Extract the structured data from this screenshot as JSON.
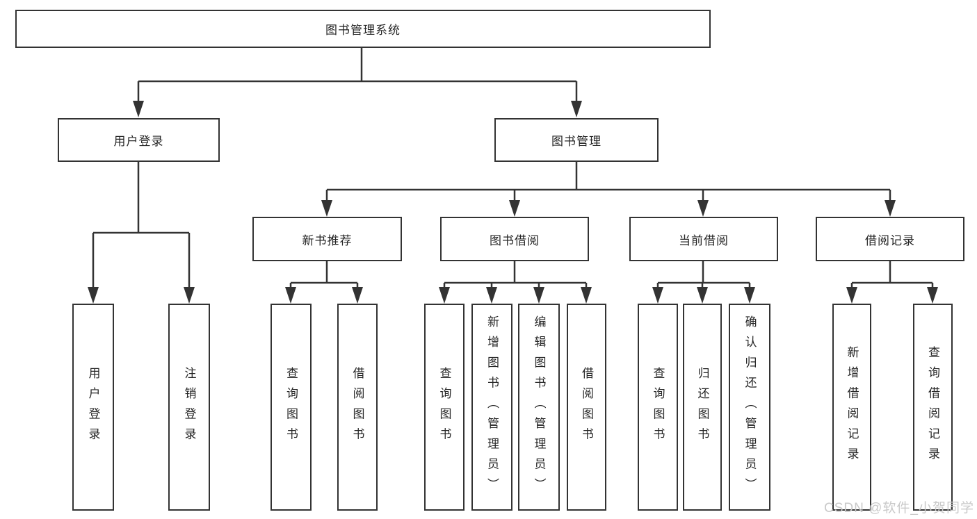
{
  "colors": {
    "line": "#333333",
    "text": "#262626",
    "bg": "#ffffff",
    "watermark": "#c9c9c9"
  },
  "watermark": {
    "text": "CSDN @软件_小贺同学"
  },
  "tree": {
    "root": "图书管理系统",
    "user_login": "用户登录",
    "book_mgmt": "图书管理",
    "new_book": "新书推荐",
    "book_borrow": "图书借阅",
    "current_borrow": "当前借阅",
    "borrow_record": "借阅记录",
    "leaves": {
      "user_login": [
        "用户登录",
        "注销登录"
      ],
      "new_book": [
        "查询图书",
        "借阅图书"
      ],
      "book_borrow": [
        "查询图书",
        "新增图书（管理员）",
        "编辑图书（管理员）",
        "借阅图书"
      ],
      "current_borrow": [
        "查询图书",
        "归还图书",
        "确认归还（管理员）"
      ],
      "borrow_record": [
        "新增借阅记录",
        "查询借阅记录"
      ]
    }
  }
}
